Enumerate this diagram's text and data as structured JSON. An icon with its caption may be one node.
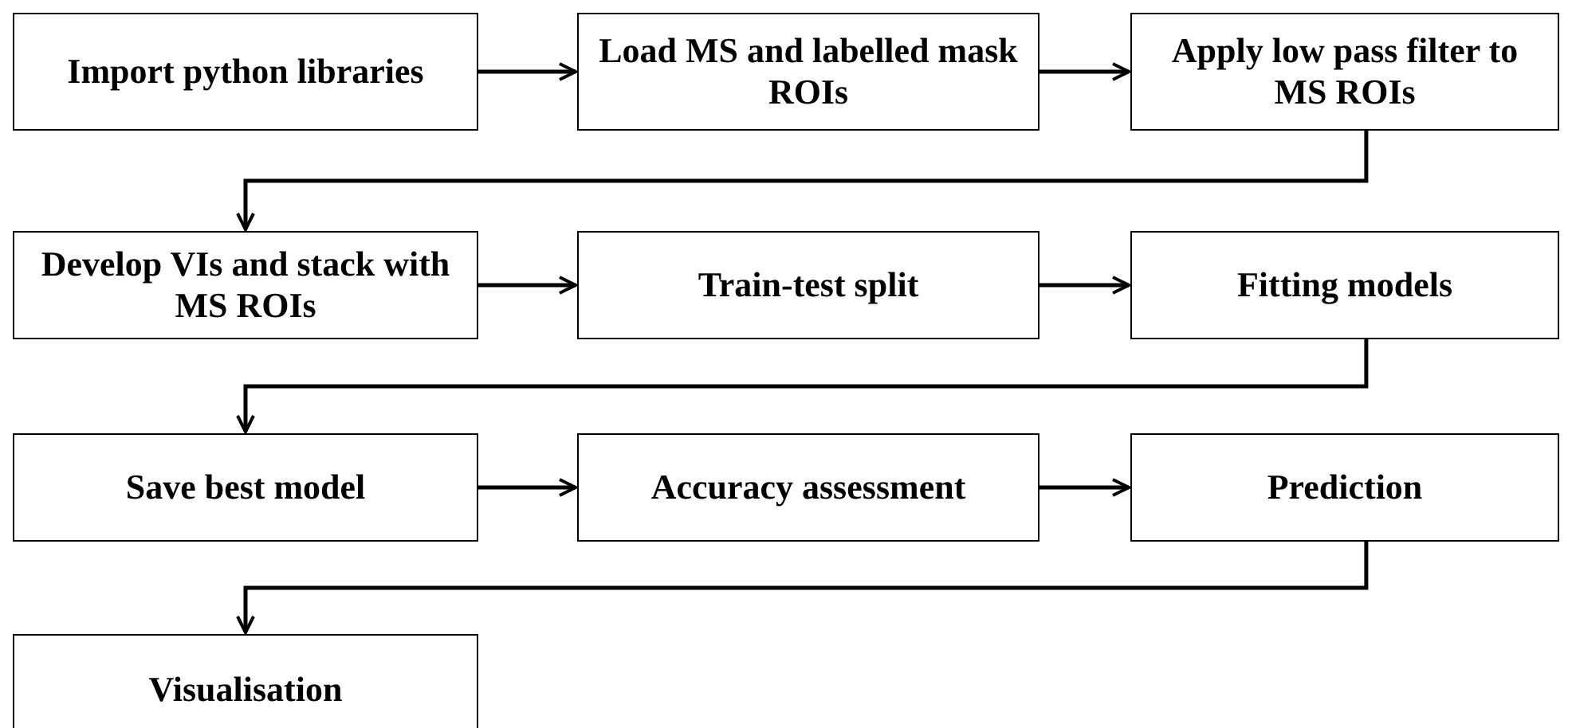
{
  "diagram": {
    "nodes": [
      {
        "text": [
          "Import python libraries"
        ]
      },
      {
        "text": [
          "Load MS and labelled mask ROIs"
        ]
      },
      {
        "text": [
          "Apply low pass filter to MS ROIs"
        ]
      },
      {
        "text": [
          "Develop VIs and stack with MS ROIs"
        ]
      },
      {
        "text": [
          "Train-test split"
        ]
      },
      {
        "text": [
          "Fitting models"
        ]
      },
      {
        "text": [
          "Save best model"
        ]
      },
      {
        "text": [
          "Accuracy assessment"
        ]
      },
      {
        "text": [
          "Prediction"
        ]
      },
      {
        "text": [
          "Visualisation"
        ]
      }
    ],
    "edges": [
      {
        "from": 0,
        "to": 1,
        "arrow": "to"
      },
      {
        "from": 1,
        "to": 2,
        "arrow": "to"
      },
      {
        "from": 2,
        "to": 3,
        "arrow": "to"
      },
      {
        "from": 3,
        "to": 4,
        "arrow": "to"
      },
      {
        "from": 4,
        "to": 5,
        "arrow": "to"
      },
      {
        "from": 5,
        "to": 6,
        "arrow": "to"
      },
      {
        "from": 6,
        "to": 7,
        "arrow": "to"
      },
      {
        "from": 7,
        "to": 8,
        "arrow": "to"
      },
      {
        "from": 8,
        "to": 9,
        "arrow": "to"
      }
    ]
  }
}
